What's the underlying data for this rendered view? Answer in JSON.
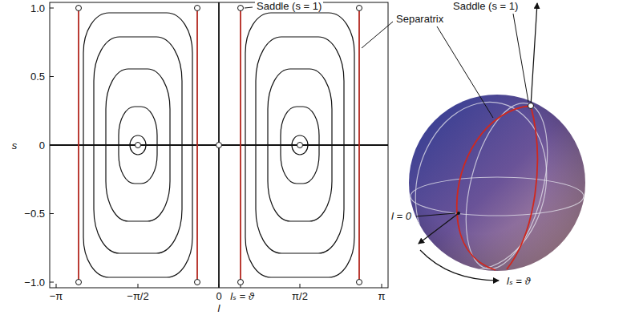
{
  "diagram": {
    "labels": [
      "1.0",
      "0.5",
      "0",
      "−0.5",
      "−1.0",
      "−π",
      "−π/2",
      "0",
      "lₛ = ϑ",
      "π/2",
      "π",
      "s",
      "l",
      "Saddle (s = 1)",
      "Separatrix",
      "Saddle (s = 1)",
      "l = 0",
      "lₛ = ϑ"
    ]
  }
}
